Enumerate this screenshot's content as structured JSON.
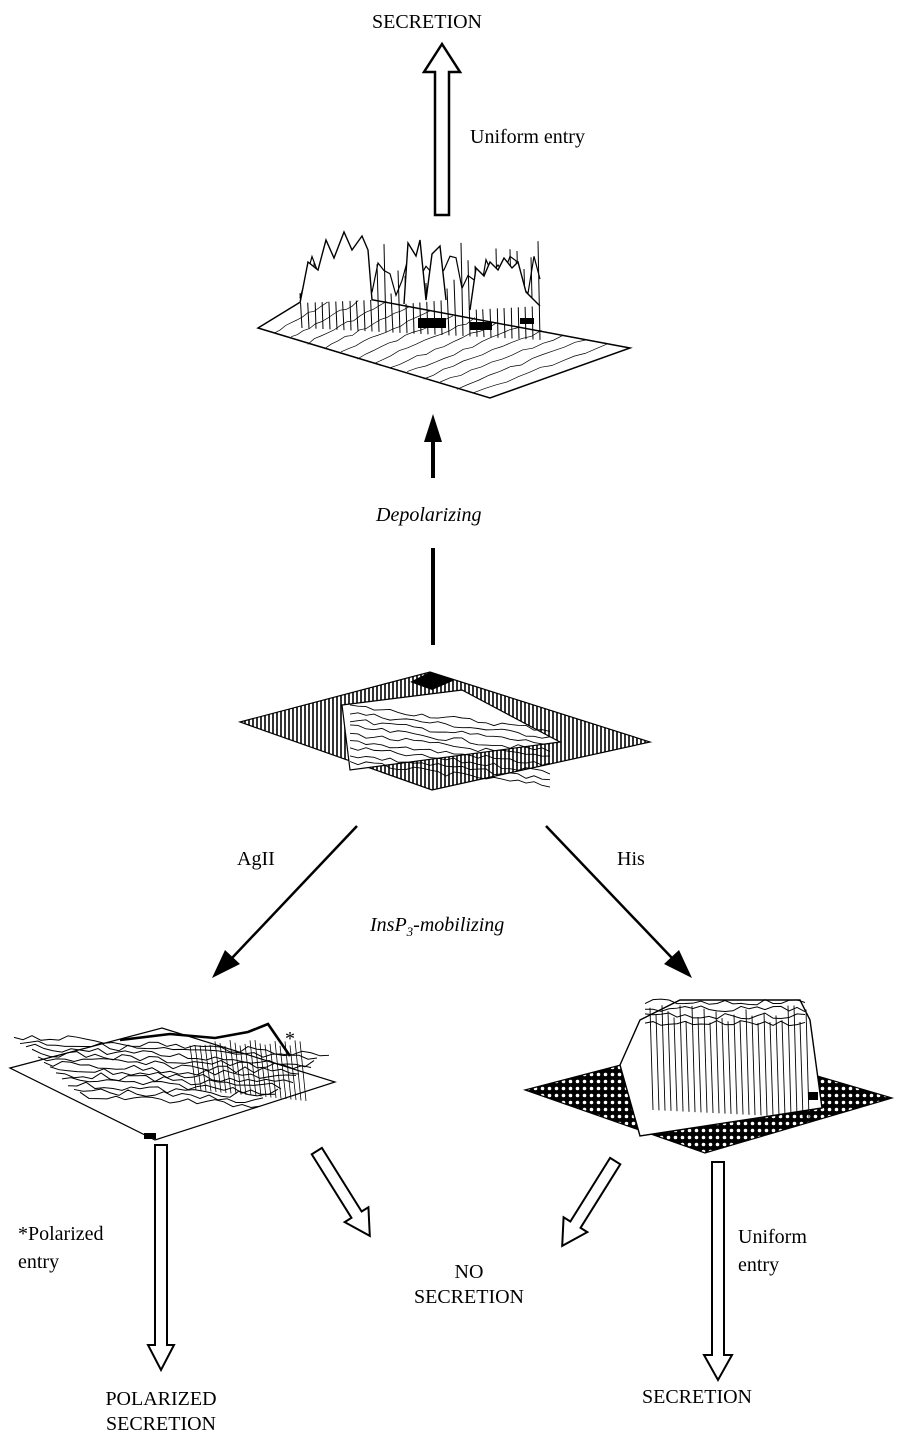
{
  "labels": {
    "top_secretion": "SECRETION",
    "top_uniform_entry": "Uniform entry",
    "depolarizing": "Depolarizing",
    "agii": "AgII",
    "his": "His",
    "insp3_prefix": "InsP",
    "insp3_sub": "3",
    "insp3_suffix": "-mobilizing",
    "asterisk": "*",
    "polarized_entry_line1": "*Polarized",
    "polarized_entry_line2": "entry",
    "no_secretion_line1": "NO",
    "no_secretion_line2": "SECRETION",
    "right_uniform_line1": "Uniform",
    "right_uniform_line2": "entry",
    "polarized_secretion_line1": "POLARIZED",
    "polarized_secretion_line2": "SECRETION",
    "bottom_right_secretion": "SECRETION"
  }
}
